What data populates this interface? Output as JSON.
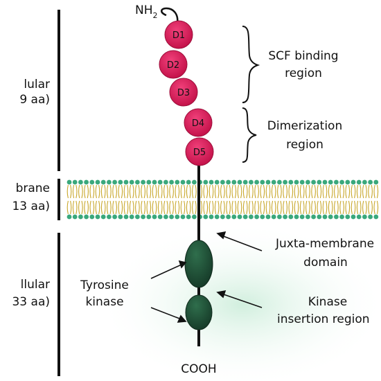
{
  "top_terminal": {
    "prefix": "NH",
    "subscript": "2"
  },
  "bottom_terminal": "COOH",
  "left_labels": {
    "extracellular_line1": "lular",
    "extracellular_line2": "9 aa)",
    "membrane_line1": "brane",
    "membrane_line2": "13 aa)",
    "intracellular_line1": "llular",
    "intracellular_line2": "33 aa)"
  },
  "domains": [
    "D1",
    "D2",
    "D3",
    "D4",
    "D5"
  ],
  "regions": {
    "scf_line1": "SCF binding",
    "scf_line2": "region",
    "dimer_line1": "Dimerization",
    "dimer_line2": "region"
  },
  "intracellular": {
    "tyrosine_line1": "Tyrosine",
    "tyrosine_line2": "kinase",
    "juxta_line1": "Juxta-membrane",
    "juxta_line2": "domain",
    "kinase_ins_line1": "Kinase",
    "kinase_ins_line2": "insertion region"
  },
  "colors": {
    "domain_fill": "#d6184f",
    "domain_highlight": "#f0407a",
    "kinase_fill": "#1f5238",
    "lipid_head": "#3aa87c",
    "lipid_tail": "#c8a72a",
    "glow": "#c9ecd8"
  }
}
